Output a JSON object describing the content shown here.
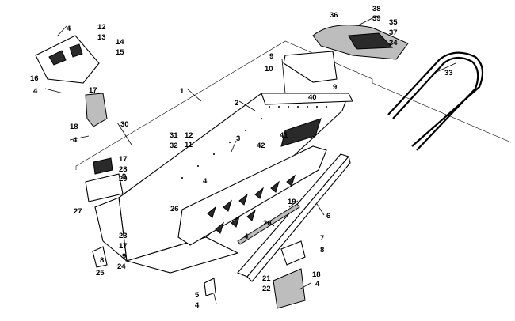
{
  "diagram": {
    "callouts": [
      {
        "id": "c1",
        "label": "1"
      },
      {
        "id": "c2",
        "label": "2"
      },
      {
        "id": "c3",
        "label": "3"
      },
      {
        "id": "c4a",
        "label": "4"
      },
      {
        "id": "c4b",
        "label": "4"
      },
      {
        "id": "c4c",
        "label": "4"
      },
      {
        "id": "c4d",
        "label": "4"
      },
      {
        "id": "c4e",
        "label": "4"
      },
      {
        "id": "c4f",
        "label": "4"
      },
      {
        "id": "c4g",
        "label": "4"
      },
      {
        "id": "c5",
        "label": "5"
      },
      {
        "id": "c6",
        "label": "6"
      },
      {
        "id": "c7",
        "label": "7"
      },
      {
        "id": "c8a",
        "label": "8"
      },
      {
        "id": "c8b",
        "label": "8"
      },
      {
        "id": "c9a",
        "label": "9"
      },
      {
        "id": "c9b",
        "label": "9"
      },
      {
        "id": "c9c",
        "label": "9"
      },
      {
        "id": "c9d",
        "label": "9"
      },
      {
        "id": "c10",
        "label": "10"
      },
      {
        "id": "c11",
        "label": "11"
      },
      {
        "id": "c12a",
        "label": "12"
      },
      {
        "id": "c12b",
        "label": "12"
      },
      {
        "id": "c13",
        "label": "13"
      },
      {
        "id": "c14",
        "label": "14"
      },
      {
        "id": "c15",
        "label": "15"
      },
      {
        "id": "c16",
        "label": "16"
      },
      {
        "id": "c17a",
        "label": "17"
      },
      {
        "id": "c17b",
        "label": "17"
      },
      {
        "id": "c17c",
        "label": "17"
      },
      {
        "id": "c18a",
        "label": "18"
      },
      {
        "id": "c18b",
        "label": "18"
      },
      {
        "id": "c19",
        "label": "19"
      },
      {
        "id": "c20",
        "label": "20"
      },
      {
        "id": "c21",
        "label": "21"
      },
      {
        "id": "c22",
        "label": "22"
      },
      {
        "id": "c23",
        "label": "23"
      },
      {
        "id": "c24",
        "label": "24"
      },
      {
        "id": "c25",
        "label": "25"
      },
      {
        "id": "c26",
        "label": "26"
      },
      {
        "id": "c27",
        "label": "27"
      },
      {
        "id": "c28",
        "label": "28"
      },
      {
        "id": "c29",
        "label": "29"
      },
      {
        "id": "c30",
        "label": "30"
      },
      {
        "id": "c31",
        "label": "31"
      },
      {
        "id": "c32",
        "label": "32"
      },
      {
        "id": "c33",
        "label": "33"
      },
      {
        "id": "c34",
        "label": "34"
      },
      {
        "id": "c35",
        "label": "35"
      },
      {
        "id": "c36",
        "label": "36"
      },
      {
        "id": "c37",
        "label": "37"
      },
      {
        "id": "c38",
        "label": "38"
      },
      {
        "id": "c39",
        "label": "39"
      },
      {
        "id": "c40",
        "label": "40"
      },
      {
        "id": "c41",
        "label": "41"
      },
      {
        "id": "c42",
        "label": "42"
      }
    ]
  }
}
